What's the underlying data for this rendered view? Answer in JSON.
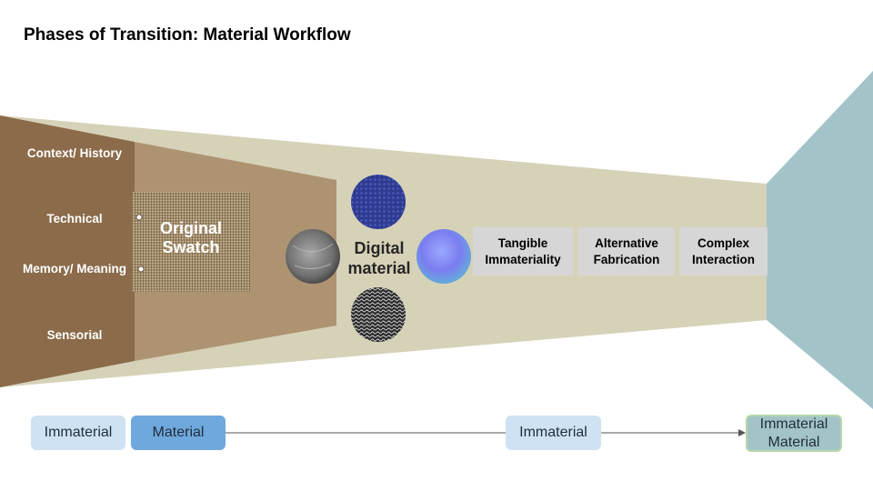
{
  "title": "Phases of Transition: Material Workflow",
  "left_labels": [
    "Context/ History",
    "Technical",
    "Memory/ Meaning",
    "Sensorial"
  ],
  "swatch_label": "Original Swatch",
  "digital_label": "Digital material",
  "stage_boxes": [
    "Tangible Immateriality",
    "Alternative Fabrication",
    "Complex Interaction"
  ],
  "timeline": {
    "immaterial_1": "Immaterial",
    "material": "Material",
    "immaterial_2": "Immaterial",
    "immaterial_material": "Immaterial Material"
  },
  "colors": {
    "dark_brown": "#8b6b4a",
    "light_brown": "#ae9372",
    "beige_funnel": "#d6d2b8",
    "teal": "#a2c4c9",
    "pill_light": "#cfe2f3",
    "pill_mid": "#6fa8dc",
    "stage_box": "#d6d6d6"
  }
}
